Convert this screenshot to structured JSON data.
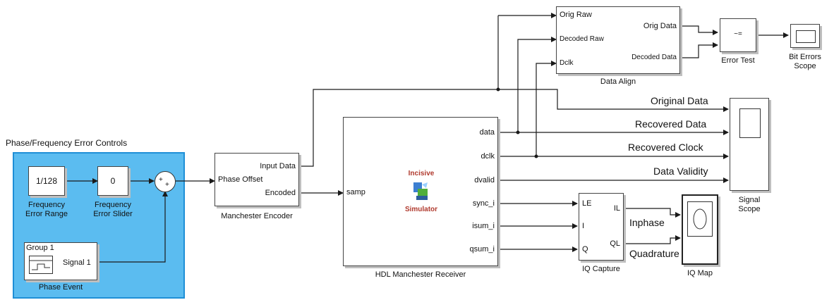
{
  "colors": {
    "area_fill": "#5bbcf0",
    "area_border": "#1f8fd6",
    "wire": "#1a1a1a",
    "shadow": "#bfbfbf",
    "incisive_red": "#b03a2e"
  },
  "area": {
    "title": "Phase/Frequency Error Controls"
  },
  "freq_range": {
    "value": "1/128",
    "label": "Frequency\nError Range"
  },
  "freq_slider": {
    "value": "0",
    "label": "Frequency\nError Slider"
  },
  "sum": {
    "symbol": "+",
    "symbol2": "+"
  },
  "phase_event": {
    "group": "Group 1",
    "signal": "Signal 1",
    "label": "Phase Event"
  },
  "encoder": {
    "in1": "Input Data",
    "in2": "Phase Offset",
    "out1": "Encoded",
    "label": "Manchester Encoder"
  },
  "receiver": {
    "in": "samp",
    "outs": [
      "data",
      "dclk",
      "dvalid",
      "sync_i",
      "isum_i",
      "qsum_i"
    ],
    "logo_top": "Incisive",
    "logo_bottom": "Simulator",
    "label": "HDL Manchester Receiver"
  },
  "data_align": {
    "ins": [
      "Orig Raw",
      "Decoded Raw",
      "Dclk"
    ],
    "outs": [
      "Orig Data",
      "Decoded Data"
    ],
    "label": "Data Align"
  },
  "error_test": {
    "symbol": "~=",
    "label": "Error Test"
  },
  "bit_scope": {
    "label": "Bit Errors\nScope"
  },
  "signal_scope": {
    "label": "Signal\nScope"
  },
  "signals": [
    "Original Data",
    "Recovered Data",
    "Recovered Clock",
    "Data Validity"
  ],
  "iq_capture": {
    "ins": [
      "LE",
      "I",
      "Q"
    ],
    "outs": [
      "IL",
      "QL"
    ],
    "label": "IQ Capture"
  },
  "iq_signals": [
    "Inphase",
    "Quadrature"
  ],
  "iq_map": {
    "label": "IQ Map"
  }
}
